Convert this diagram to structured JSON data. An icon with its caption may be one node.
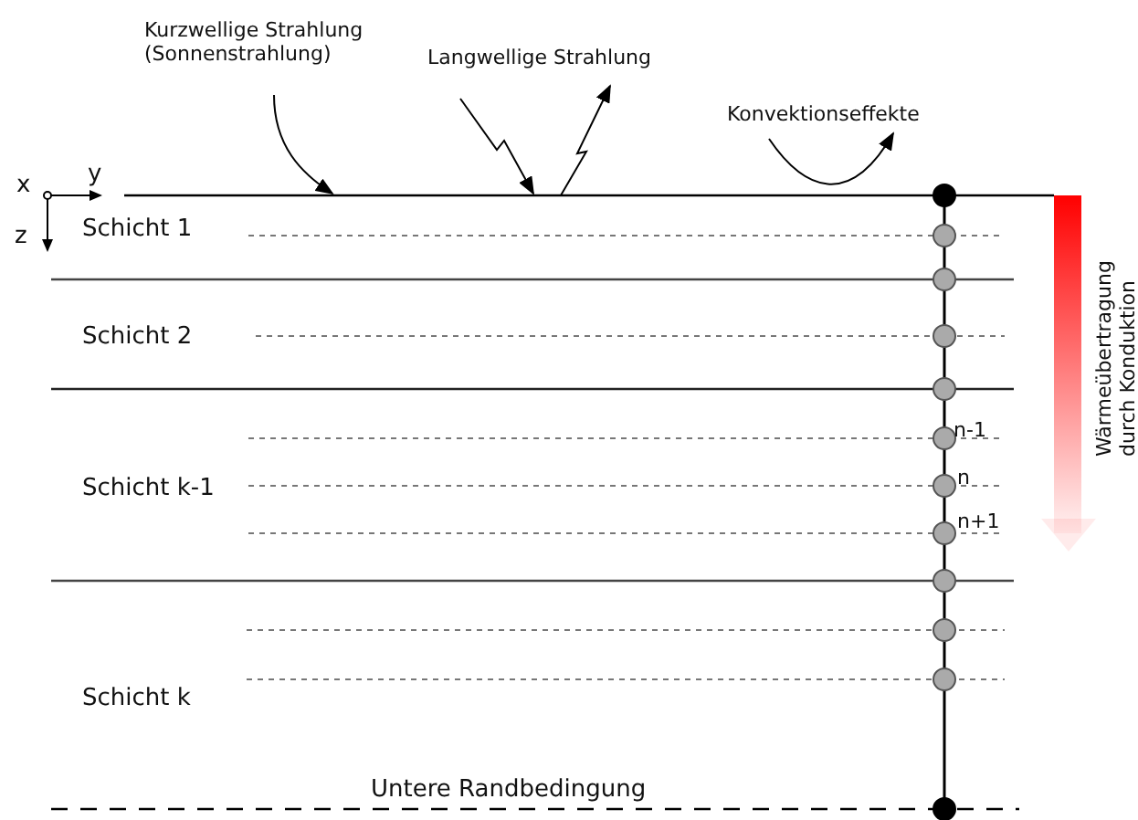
{
  "diagram": {
    "labels": [
      "Kurzwellige Strahlung (Sonnenstrahlung)",
      "Langwellige Strahlung",
      "Konvektionseffekte",
      "x",
      "y",
      "z",
      "Schicht 1",
      "Wärmeübertragung durch Konduktion",
      "Schicht 2",
      "n-1",
      "Schicht k-1",
      "n",
      "n+1",
      "Schicht k",
      "Untere Randbedingung"
    ]
  }
}
